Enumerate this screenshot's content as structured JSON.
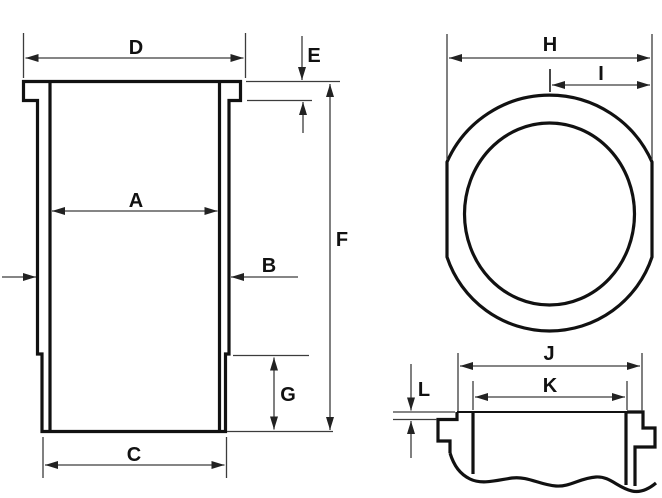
{
  "page": {
    "background": "#ffffff"
  },
  "colors": {
    "part_outline": "#111111",
    "dimension_line": "#3c3c3c",
    "label_text": "#111111"
  },
  "labels": {
    "A": "A",
    "B": "B",
    "C": "C",
    "D": "D",
    "E": "E",
    "F": "F",
    "G": "G",
    "H": "H",
    "I": "I",
    "J": "J",
    "K": "K",
    "L": "L"
  },
  "views": {
    "front_view": {
      "dimension_labels": [
        "D",
        "E",
        "A",
        "B",
        "F",
        "G",
        "C"
      ]
    },
    "top_view": {
      "dimension_labels": [
        "H",
        "I"
      ]
    },
    "flange_section_view": {
      "dimension_labels": [
        "J",
        "K",
        "L"
      ]
    }
  }
}
